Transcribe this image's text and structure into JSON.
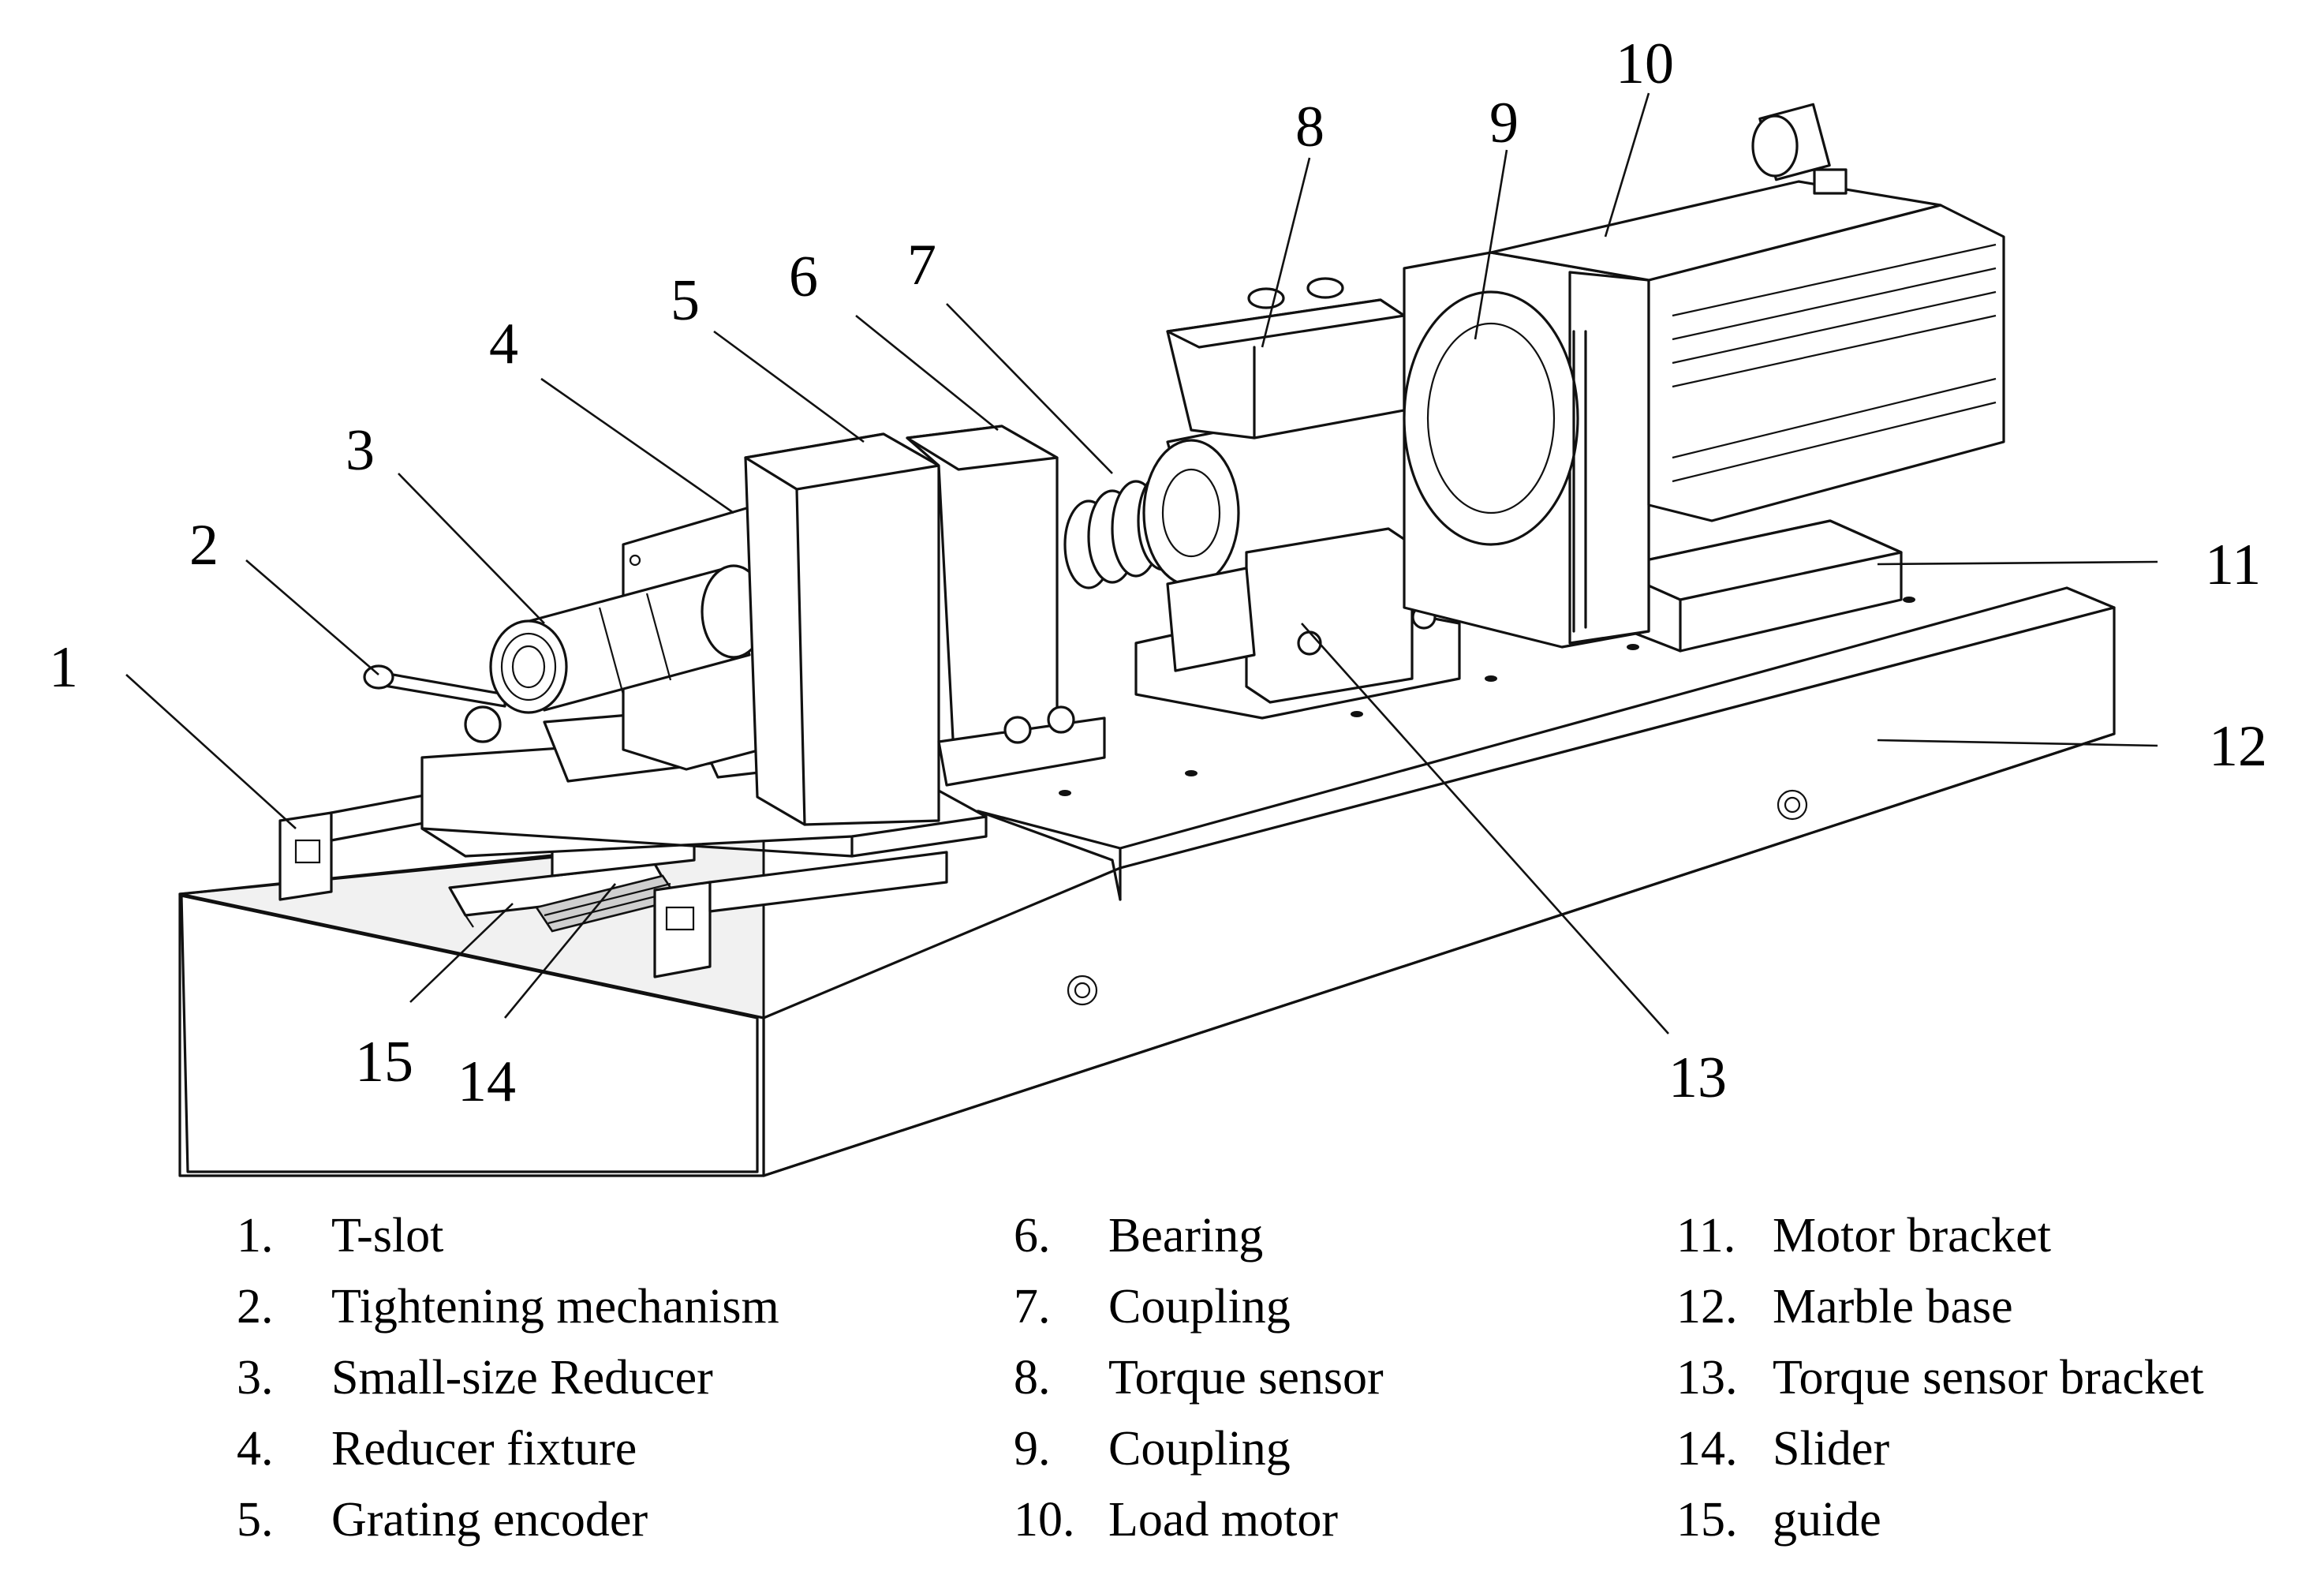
{
  "callouts": [
    "1",
    "2",
    "3",
    "4",
    "5",
    "6",
    "7",
    "8",
    "9",
    "10",
    "11",
    "12",
    "13",
    "14",
    "15"
  ],
  "legend": [
    {
      "num": "1.",
      "label": "T-slot"
    },
    {
      "num": "2.",
      "label": "Tightening mechanism"
    },
    {
      "num": "3.",
      "label": "Small-size Reducer"
    },
    {
      "num": "4.",
      "label": "Reducer fixture"
    },
    {
      "num": "5.",
      "label": "Grating encoder"
    },
    {
      "num": "6.",
      "label": "Bearing"
    },
    {
      "num": "7.",
      "label": "Coupling"
    },
    {
      "num": "8.",
      "label": "Torque sensor"
    },
    {
      "num": "9.",
      "label": "Coupling"
    },
    {
      "num": "10.",
      "label": "Load motor"
    },
    {
      "num": "11.",
      "label": "Motor bracket"
    },
    {
      "num": "12.",
      "label": "Marble base"
    },
    {
      "num": "13.",
      "label": "Torque sensor bracket"
    },
    {
      "num": "14.",
      "label": "Slider"
    },
    {
      "num": "15.",
      "label": "guide"
    }
  ]
}
